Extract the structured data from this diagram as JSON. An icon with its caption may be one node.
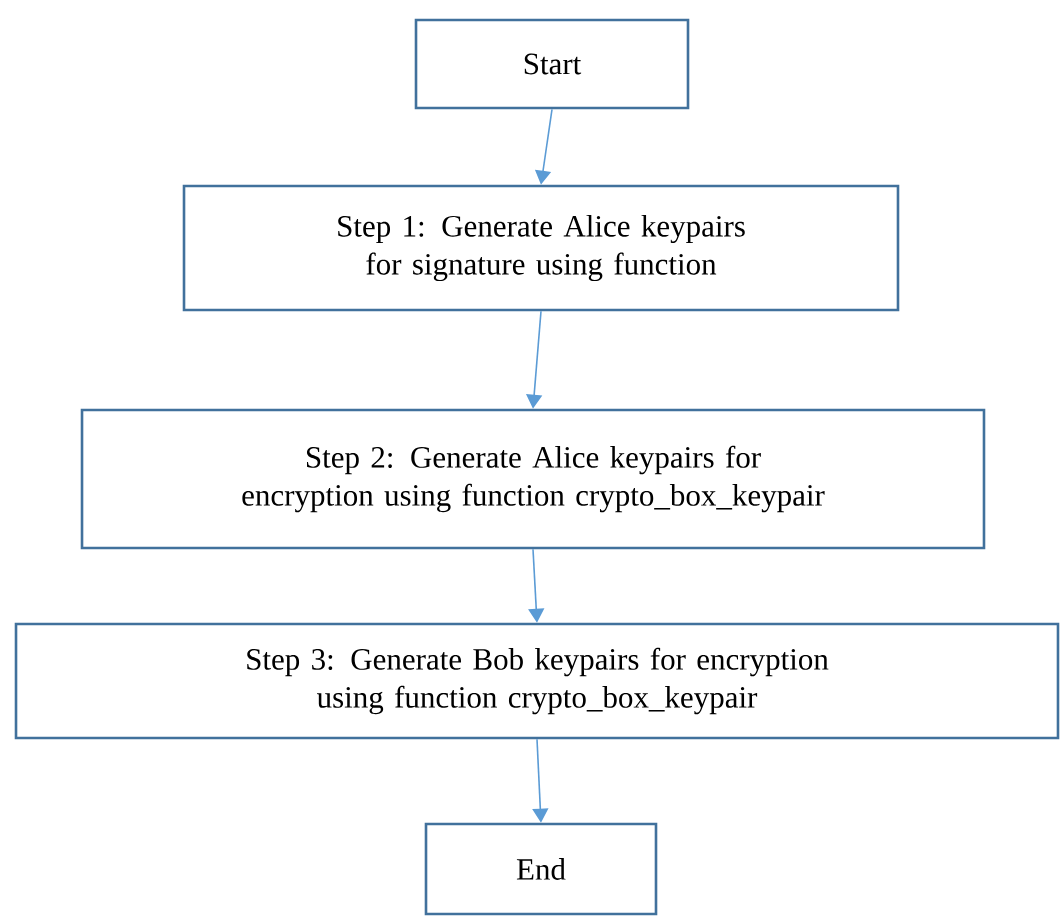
{
  "diagram": {
    "nodes": [
      {
        "text": [
          "Start"
        ]
      },
      {
        "text": [
          "Step 1: Generate Alice keypairs for signature using function"
        ]
      },
      {
        "text": [
          "Step 2: Generate Alice keypairs for encryption using function crypto_box_keypair"
        ]
      },
      {
        "text": [
          "Step 3: Generate Bob keypairs for encryption using function crypto_box_keypair"
        ]
      },
      {
        "text": [
          "End"
        ]
      }
    ],
    "edges": [
      {
        "from": 0,
        "to": 1,
        "arrow": "to"
      },
      {
        "from": 1,
        "to": 2,
        "arrow": "to"
      },
      {
        "from": 2,
        "to": 3,
        "arrow": "to"
      },
      {
        "from": 3,
        "to": 4,
        "arrow": "to"
      }
    ]
  }
}
